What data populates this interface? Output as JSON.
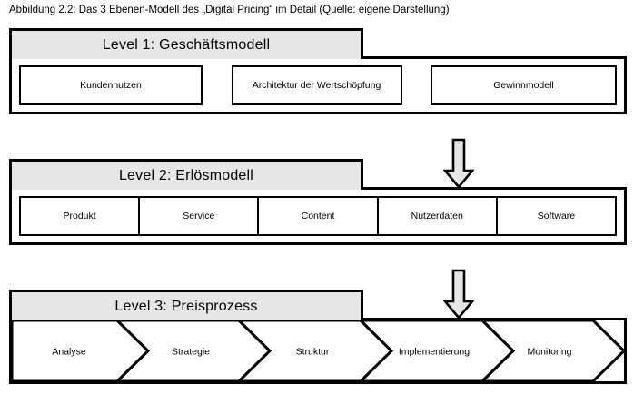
{
  "caption": "Abbildung 2.2: Das 3 Ebenen-Modell des „Digital Pricing“ im Detail (Quelle: eigene Darstellung)",
  "colors": {
    "header_fill": "#e6e6e6",
    "arrow_fill": "#e6e6e6",
    "stroke": "#000000",
    "body_fill": "#ffffff",
    "page_background": "#ffffff"
  },
  "levels": [
    {
      "id": "level-1",
      "header": "Level 1: Geschäftsmodell",
      "items": [
        {
          "label": "Kundennutzen"
        },
        {
          "label": "Architektur der Wertschöpfung"
        },
        {
          "label": "Gewinnmodell"
        }
      ]
    },
    {
      "id": "level-2",
      "header": "Level 2: Erlösmodell",
      "items": [
        {
          "label": "Produkt"
        },
        {
          "label": "Service"
        },
        {
          "label": "Content"
        },
        {
          "label": "Nutzerdaten"
        },
        {
          "label": "Software"
        }
      ]
    },
    {
      "id": "level-3",
      "header": "Level 3: Preisprozess",
      "items": [
        {
          "label": "Analyse"
        },
        {
          "label": "Strategie"
        },
        {
          "label": "Struktur"
        },
        {
          "label": "Implementierung"
        },
        {
          "label": "Monitoring"
        }
      ]
    }
  ],
  "connectors": [
    {
      "name": "arrow-level1-to-level2",
      "direction": "down"
    },
    {
      "name": "arrow-level2-to-level3",
      "direction": "down"
    }
  ]
}
